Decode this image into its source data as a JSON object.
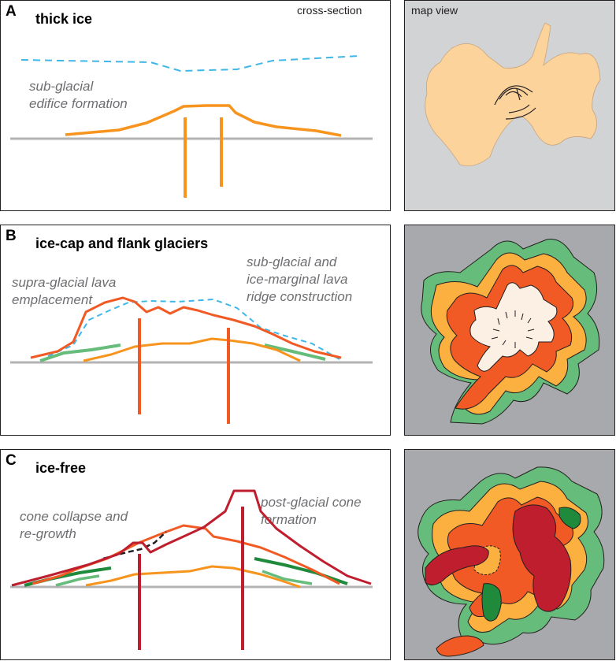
{
  "headers": {
    "cross_section": "cross-section",
    "map_view": "map view"
  },
  "panels": [
    {
      "letter": "A",
      "title": "thick ice",
      "notes": [
        "sub-glacial\nedifice formation"
      ]
    },
    {
      "letter": "B",
      "title": "ice-cap and flank glaciers",
      "notes": [
        "supra-glacial lava\nemplacement",
        "sub-glacial and\nice-marginal lava\nridge construction"
      ]
    },
    {
      "letter": "C",
      "title": "ice-free",
      "notes": [
        "cone collapse and\nre-growth",
        "post-glacial cone\nformation"
      ]
    }
  ],
  "colors": {
    "ice_line": "#3fb7e8",
    "lava_orange": "#f7941d",
    "lava_light_orange": "#fbb040",
    "lava_red_orange": "#f15a24",
    "lava_dark_red": "#be1e2d",
    "lava_green": "#66bc7a",
    "lava_dark_green": "#1f8a3c",
    "ground": "#b3b3b3",
    "map_bg_a": "#d1d3d4",
    "map_bg_bc": "#a7a9ac",
    "edifice_a": "#fdd39c"
  }
}
